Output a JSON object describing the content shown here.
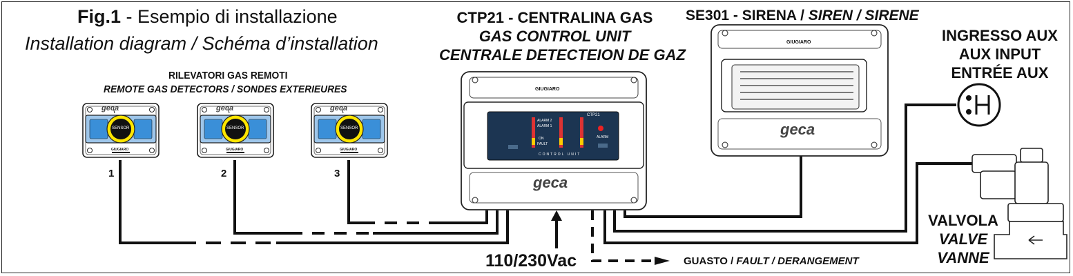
{
  "figure": {
    "title_bold": "Fig.1",
    "title_rest": " - Esempio di installazione",
    "subtitle": "Installation diagram / Schéma d’installation"
  },
  "detectors": {
    "heading_line1": "RILEVATORI GAS REMOTI",
    "heading_line2": "REMOTE GAS DETECTORS / SONDES EXTERIEURES",
    "numbers": [
      "1",
      "2",
      "3"
    ],
    "brand": "geca",
    "sensor_label": "SENSOR",
    "sub_brand": "GIUGIARO"
  },
  "control_unit": {
    "line1": "CTP21 - CENTRALINA GAS",
    "line2": "GAS CONTROL UNIT",
    "line3": "CENTRALE DETECTEION DE GAZ",
    "brand": "geca",
    "sub_brand": "GIUGIARO",
    "model": "CTP21",
    "panel_footer": "CONTROL UNIT",
    "alarm2": "ALARM 2",
    "alarm1": "ALARM 1",
    "on": "ON",
    "fault": "FAULT",
    "alarm": "ALARM"
  },
  "siren": {
    "label_regular": "SE301 - SIRENA / ",
    "label_italic": "SIREN / SIRENE",
    "brand": "geca",
    "sub_brand": "GIUGIARO"
  },
  "aux": {
    "line1": "INGRESSO AUX",
    "line2": "AUX INPUT",
    "line3": "ENTRÉE AUX"
  },
  "valve": {
    "line1": "VALVOLA",
    "line2": "VALVE",
    "line3": "VANNE"
  },
  "power": {
    "label": "110/230Vac"
  },
  "fault": {
    "label_regular": "GUASTO / ",
    "label_italic": "FAULT / DERANGEMENT"
  }
}
